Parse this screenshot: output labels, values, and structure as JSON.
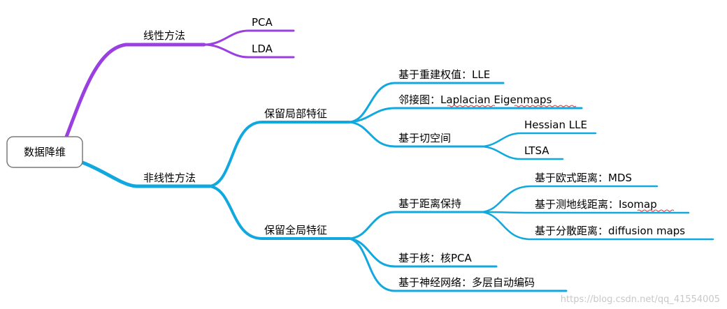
{
  "root": {
    "label": "数据降维"
  },
  "linear": {
    "label": "线性方法",
    "items": [
      "PCA",
      "LDA"
    ]
  },
  "nonlinear": {
    "label": "非线性方法",
    "local": {
      "label": "保留局部特征",
      "reconstruct": "基于重建权值：LLE",
      "adjacency_prefix": "邻接图：",
      "adjacency_words": [
        "Laplacian",
        "Eigenmaps"
      ],
      "tangent": {
        "label": "基于切空间",
        "items": [
          "Hessian LLE",
          "LTSA"
        ]
      }
    },
    "global": {
      "label": "保留全局特征",
      "distance": {
        "label": "基于距离保持",
        "euclid": "基于欧式距离：MDS",
        "geodesic_prefix": "基于测地线距离：",
        "geodesic_word": "Isomap",
        "diffusion": "基于分散距离：diffusion maps"
      },
      "kernel": "基于核：核PCA",
      "neural": "基于神经网络：多层自动编码"
    }
  },
  "watermark": "https://blog.csdn.net/qq_41554005",
  "colors": {
    "linear_branch": "#9a3fe0",
    "nonlinear_branch": "#10a8de",
    "underline_squiggle": "#d23b3b"
  }
}
